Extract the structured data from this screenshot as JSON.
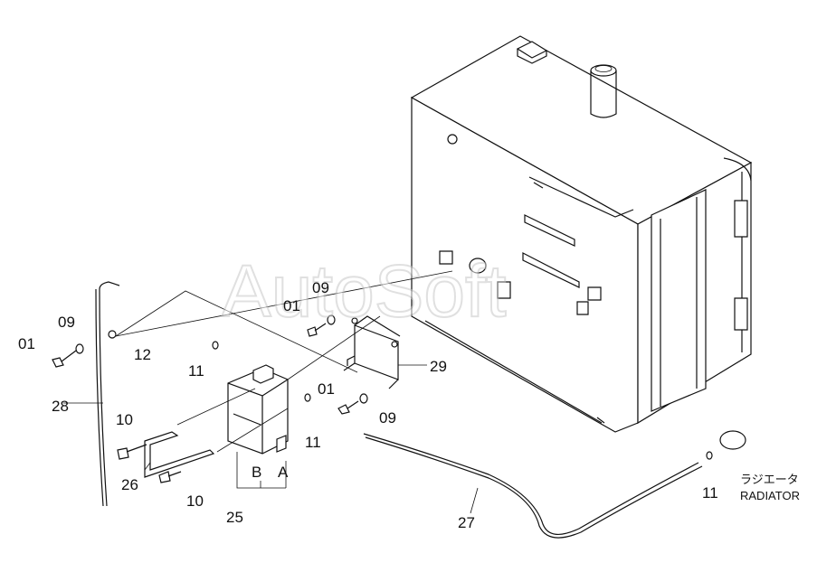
{
  "watermark": "AutoSoft",
  "labels": {
    "p01a": "01",
    "p09a": "09",
    "p12": "12",
    "p11a": "11",
    "p01b": "01",
    "p09b": "09",
    "p29": "29",
    "p01c": "01",
    "p09c": "09",
    "p11b": "11",
    "p28": "28",
    "p10a": "10",
    "p26": "26",
    "p10b": "10",
    "pB": "B",
    "pA": "A",
    "p25": "25",
    "p27": "27",
    "p11c": "11",
    "radiator_jp": "ラジエータ",
    "radiator_en": "RADIATOR"
  }
}
